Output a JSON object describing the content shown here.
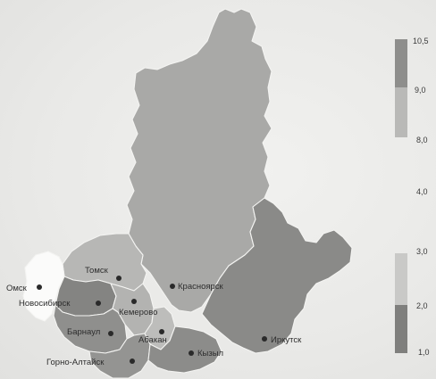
{
  "cities": [
    {
      "id": "omsk",
      "label": "Омск"
    },
    {
      "id": "novosibirsk",
      "label": "Новосибирск"
    },
    {
      "id": "tomsk",
      "label": "Томск"
    },
    {
      "id": "kemerovo",
      "label": "Кемерово"
    },
    {
      "id": "krasnoyarsk",
      "label": "Красноярск"
    },
    {
      "id": "barnaul",
      "label": "Барнаул"
    },
    {
      "id": "abakan",
      "label": "Абакан"
    },
    {
      "id": "gorno_altaisk",
      "label": "Горно-Алтайск"
    },
    {
      "id": "kyzyl",
      "label": "Кызыл"
    },
    {
      "id": "irkutsk",
      "label": "Иркутск"
    }
  ],
  "legend": {
    "ticks": [
      "10,5",
      "9,0",
      "8,0",
      "4,0",
      "3,0",
      "2,0",
      "1,0"
    ],
    "bands": [
      {
        "range": "9,0–10,5",
        "color": "#8e8e8c"
      },
      {
        "range": "8,0–9,0",
        "color": "#b9b9b7"
      },
      {
        "range": "2,0–3,0",
        "color": "#c9c9c7"
      },
      {
        "range": "1,0–2,0",
        "color": "#7f7f7d"
      }
    ]
  },
  "regions": [
    {
      "id": "krasnoyarsk-krai",
      "color": "#a9a9a7"
    },
    {
      "id": "irkutsk-oblast",
      "color": "#8a8a88"
    },
    {
      "id": "tomsk-oblast",
      "color": "#b7b7b5"
    },
    {
      "id": "omsk-oblast",
      "color": "#fbfbfa"
    },
    {
      "id": "novosibirsk-oblast",
      "color": "#848482"
    },
    {
      "id": "kemerovo-oblast",
      "color": "#b3b3b1"
    },
    {
      "id": "altai-krai",
      "color": "#8f8f8d"
    },
    {
      "id": "altai-republic",
      "color": "#949492"
    },
    {
      "id": "khakassia",
      "color": "#bdbdbb"
    },
    {
      "id": "tyva",
      "color": "#8c8c8a"
    }
  ]
}
